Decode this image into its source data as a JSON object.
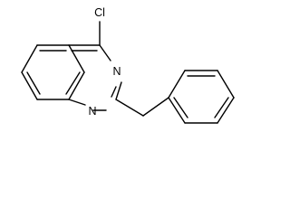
{
  "molecule": {
    "atom_labels": {
      "chlorine": "Cl",
      "nitrogen_3": "N",
      "nitrogen_1": "N"
    }
  }
}
